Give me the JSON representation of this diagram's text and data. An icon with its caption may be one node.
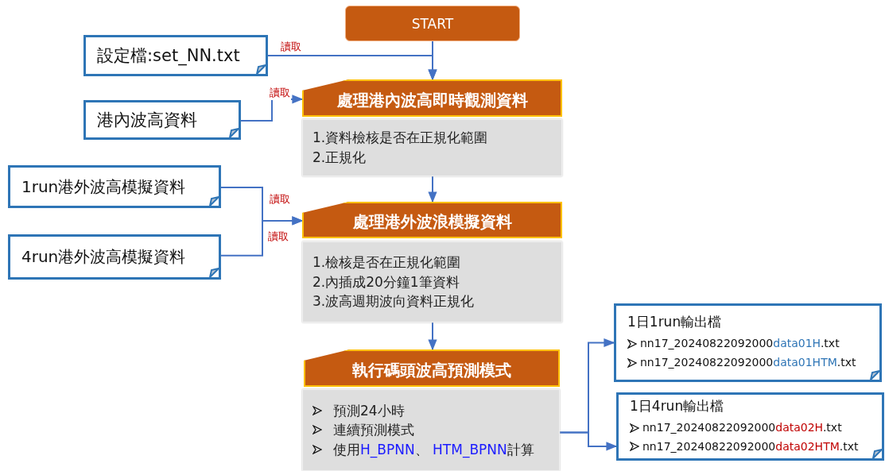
{
  "diagram": {
    "nodes": [
      {
        "text": [
          "START"
        ]
      },
      {
        "text": [
          "設定檔:set_NN.txt"
        ]
      },
      {
        "text": [
          "港內波高資料"
        ]
      },
      {
        "text": [
          "處理港內波高即時觀測資料"
        ]
      },
      {
        "text": [
          "1.資料檢核是否在正規化範圍",
          "2.正規化"
        ]
      },
      {
        "text": [
          "1run港外波高模擬資料"
        ]
      },
      {
        "text": [
          "4run港外波高模擬資料"
        ]
      },
      {
        "text": [
          "處理港外波浪模擬資料"
        ]
      },
      {
        "text": [
          "1.檢核是否在正規化範圍",
          "2.內插成20分鐘1筆資料",
          "3.波高週期波向資料正規化"
        ]
      },
      {
        "text": [
          "執行碼頭波高預測模式"
        ]
      },
      {
        "text": [
          "預測24小時",
          "連續預測模式",
          "使用**H_BPNN**、 **HTM_BPNN**計算"
        ]
      },
      {
        "text": [
          "1日1run輸出檔",
          "nn17_20240822092000**data01H**.txt",
          "nn17_20240822092000**data01HTM**.txt"
        ]
      },
      {
        "text": [
          "1日4run輸出檔",
          "nn17_20240822092000**data02H**.txt",
          "nn17_20240822092000**data02HTM**.txt"
        ]
      }
    ],
    "edges": [
      {
        "from": 0,
        "to": 3,
        "arrow": "to"
      },
      {
        "from": 1,
        "to": 3,
        "arrow": "to",
        "label": "讀取"
      },
      {
        "from": 2,
        "to": 3,
        "arrow": "to",
        "label": "讀取"
      },
      {
        "from": 4,
        "to": 7,
        "arrow": "to"
      },
      {
        "from": 5,
        "to": 7,
        "arrow": "to",
        "label": "讀取"
      },
      {
        "from": 6,
        "to": 7,
        "arrow": "to",
        "label": "讀取"
      },
      {
        "from": 8,
        "to": 9,
        "arrow": "to"
      },
      {
        "from": 10,
        "to": 11,
        "arrow": "to"
      },
      {
        "from": 10,
        "to": 12,
        "arrow": "to"
      }
    ]
  }
}
